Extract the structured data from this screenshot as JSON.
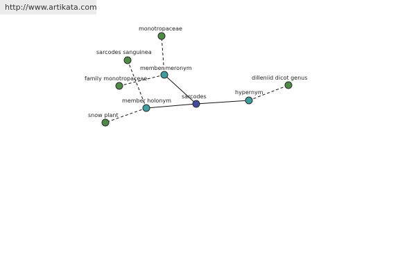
{
  "header": {
    "url_text": "http://www.artikata.com"
  },
  "colors": {
    "leaf_node": "#4f8a48",
    "relation_node": "#3f9da0",
    "center_node": "#444a9a",
    "edge": "#111111"
  },
  "graph": {
    "nodes": [
      {
        "id": "sarcodes",
        "label": "sarcodes",
        "kind": "center",
        "name": "node-sarcodes"
      },
      {
        "id": "member_meronym",
        "label": "member meronym",
        "kind": "relation",
        "name": "node-member-meronym"
      },
      {
        "id": "member_holonym",
        "label": "member holonym",
        "kind": "relation",
        "name": "node-member-holonym"
      },
      {
        "id": "hypernym",
        "label": "hypernym",
        "kind": "relation",
        "name": "node-hypernym"
      },
      {
        "id": "monotropaceae",
        "label": "monotropaceae",
        "kind": "leaf",
        "name": "node-monotropaceae"
      },
      {
        "id": "sarcodes_sanguinea",
        "label": "sarcodes sanguinea",
        "kind": "leaf",
        "name": "node-sarcodes-sanguinea"
      },
      {
        "id": "family_monotropaceae",
        "label": "family monotropaceae",
        "kind": "leaf",
        "name": "node-family-monotropaceae"
      },
      {
        "id": "snow_plant",
        "label": "snow plant",
        "kind": "leaf",
        "name": "node-snow-plant"
      },
      {
        "id": "dilleniid_dicot_genus",
        "label": "dilleniid dicot genus",
        "kind": "leaf",
        "name": "node-dilleniid-dicot-genus"
      }
    ],
    "edges": [
      {
        "from": "sarcodes",
        "to": "member_meronym",
        "style": "solid"
      },
      {
        "from": "sarcodes",
        "to": "member_holonym",
        "style": "solid"
      },
      {
        "from": "sarcodes",
        "to": "hypernym",
        "style": "solid"
      },
      {
        "from": "member_meronym",
        "to": "monotropaceae",
        "style": "dashed"
      },
      {
        "from": "member_meronym",
        "to": "family_monotropaceae",
        "style": "dashed"
      },
      {
        "from": "member_holonym",
        "to": "sarcodes_sanguinea",
        "style": "dashed"
      },
      {
        "from": "member_holonym",
        "to": "snow_plant",
        "style": "dashed"
      },
      {
        "from": "hypernym",
        "to": "dilleniid_dicot_genus",
        "style": "dashed"
      }
    ]
  }
}
